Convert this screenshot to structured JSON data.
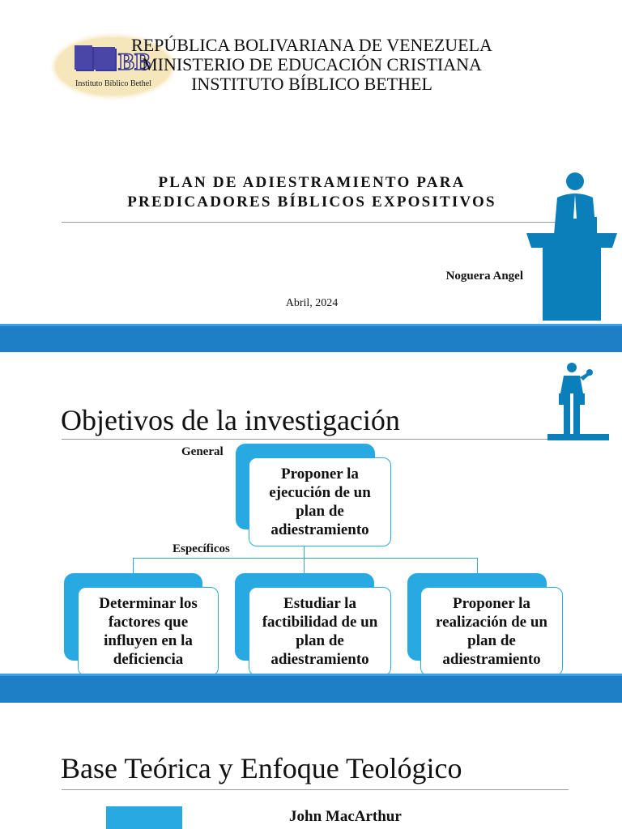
{
  "slide1": {
    "logo_text": "Instituto Bíblico Bethel",
    "logo_letters": "IBB",
    "header_lines": [
      "REPÚBLICA BOLIVARIANA DE VENEZUELA",
      "MINISTERIO DE EDUCACIÓN CRISTIANA",
      "INSTITUTO BÍBLICO BETHEL"
    ],
    "title_lines": [
      "PLAN DE ADIESTRAMIENTO PARA",
      "PREDICADORES BÍBLICOS EXPOSITIVOS"
    ],
    "author": "Noguera Angel",
    "date": "Abril, 2024"
  },
  "slide2": {
    "heading": "Objetivos de la investigación",
    "general_label": "General",
    "specific_label": "Específicos",
    "general_objective": "Proponer la ejecución de un plan de adiestramiento",
    "specific_objectives": [
      "Determinar los factores que influyen en la deficiencia",
      "Estudiar la factibilidad de un plan de adiestramiento",
      "Proponer la realización de un plan de adiestramiento"
    ]
  },
  "slide3": {
    "heading": "Base Teórica y Enfoque Teológico",
    "name": "John MacArthur"
  },
  "colors": {
    "accent": "#29a9e1",
    "band": "#1e7fc6",
    "podium": "#0b7fba"
  },
  "icons": [
    "bible-institute-logo",
    "preacher-podium-icon",
    "speaker-lectern-icon"
  ]
}
